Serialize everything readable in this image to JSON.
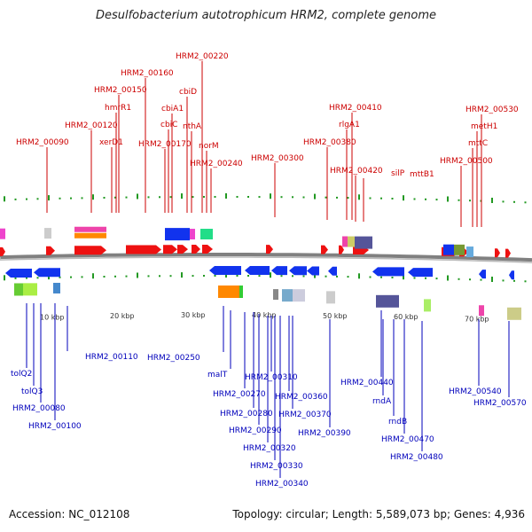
{
  "title": "Desulfobacterium autotrophicum HRM2, complete genome",
  "accession": "Accession: NC_012108",
  "summary": "Topology: circular; Length: 5,589,073 bp; Genes: 4,936",
  "colors": {
    "forward_label": "#cc0000",
    "reverse_label": "#0000bb",
    "forward_gene": "#ee1111",
    "reverse_gene": "#1133ee",
    "backbone": "#808080",
    "tick": "#229922"
  },
  "scale_labels": [
    "10 kbp",
    "20 kbp",
    "30 kbp",
    "40 kbp",
    "50 kbp",
    "60 kbp",
    "70 kbp"
  ],
  "forward_labels": [
    "HRM2_00090",
    "HRM2_00120",
    "xerD1",
    "hmrR1",
    "HRM2_00150",
    "HRM2_00160",
    "HRM2_00170",
    "cbiC",
    "cbiA1",
    "cbiD",
    "nthA",
    "HRM2_00220",
    "norM",
    "HRM2_00240",
    "HRM2_00300",
    "HRM2_00380",
    "rlgA1",
    "HRM2_00410",
    "HRM2_00420",
    "silP",
    "mttB1",
    "HRM2_00500",
    "mttC",
    "metH1",
    "HRM2_00530"
  ],
  "reverse_labels": [
    "tolQ2",
    "tolQ3",
    "HRM2_00080",
    "HRM2_00100",
    "HRM2_00110",
    "HRM2_00250",
    "malT",
    "HRM2_00270",
    "HRM2_00280",
    "HRM2_00290",
    "HRM2_00310",
    "HRM2_00320",
    "HRM2_00330",
    "HRM2_00340",
    "HRM2_00360",
    "HRM2_00370",
    "HRM2_00390",
    "HRM2_00440",
    "rndA",
    "rndB",
    "HRM2_00470",
    "HRM2_00480",
    "HRM2_00540",
    "HRM2_00570"
  ]
}
